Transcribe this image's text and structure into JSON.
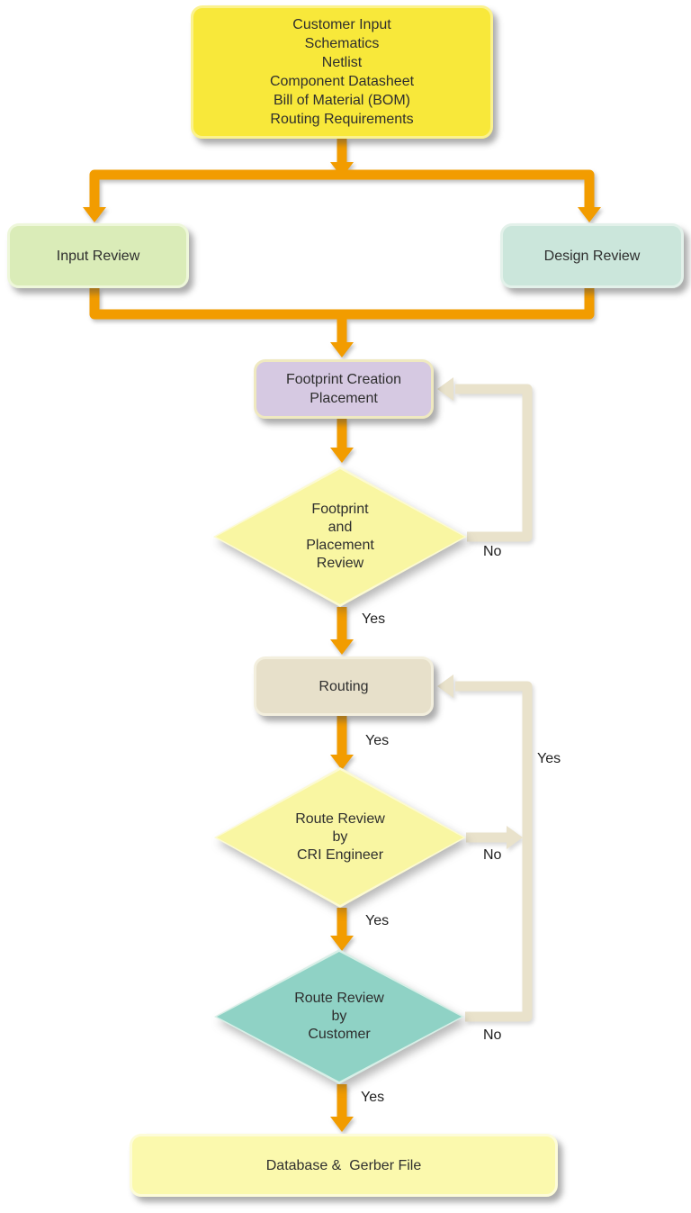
{
  "diagram": {
    "colors": {
      "background": "#ffffff",
      "main_arrow": "#f29c00",
      "feedback_arrow": "#e9e2cb",
      "text": "#2e2e2e"
    },
    "nodes": {
      "customer_input": {
        "label": "Customer Input\nSchematics\nNetlist\nComponent Datasheet\nBill of Material (BOM)\nRouting Requirements",
        "fill": "#f8e83a"
      },
      "input_review": {
        "label": "Input Review",
        "fill": "#daecb8"
      },
      "design_review": {
        "label": "Design Review",
        "fill": "#cbe6db"
      },
      "footprint_creation": {
        "label": "Footprint Creation\nPlacement",
        "fill": "#d6c9e2"
      },
      "footprint_review": {
        "label": "Footprint\nand\nPlacement\nReview",
        "fill": "#f9f6a2"
      },
      "routing": {
        "label": "Routing",
        "fill": "#e7e0ca"
      },
      "route_review_cri": {
        "label": "Route Review\nby\nCRI Engineer",
        "fill": "#f9f6a2"
      },
      "route_review_customer": {
        "label": "Route Review\nby\nCustomer",
        "fill": "#8fd2c5"
      },
      "database_gerber": {
        "label": "Database &  Gerber File",
        "fill": "#fbf9ad"
      }
    },
    "edge_labels": {
      "footprint_no": "No",
      "footprint_yes": "Yes",
      "routing_yes": "Yes",
      "feedback_yes": "Yes",
      "cri_no": "No",
      "cri_yes": "Yes",
      "customer_no": "No",
      "customer_yes": "Yes"
    }
  }
}
